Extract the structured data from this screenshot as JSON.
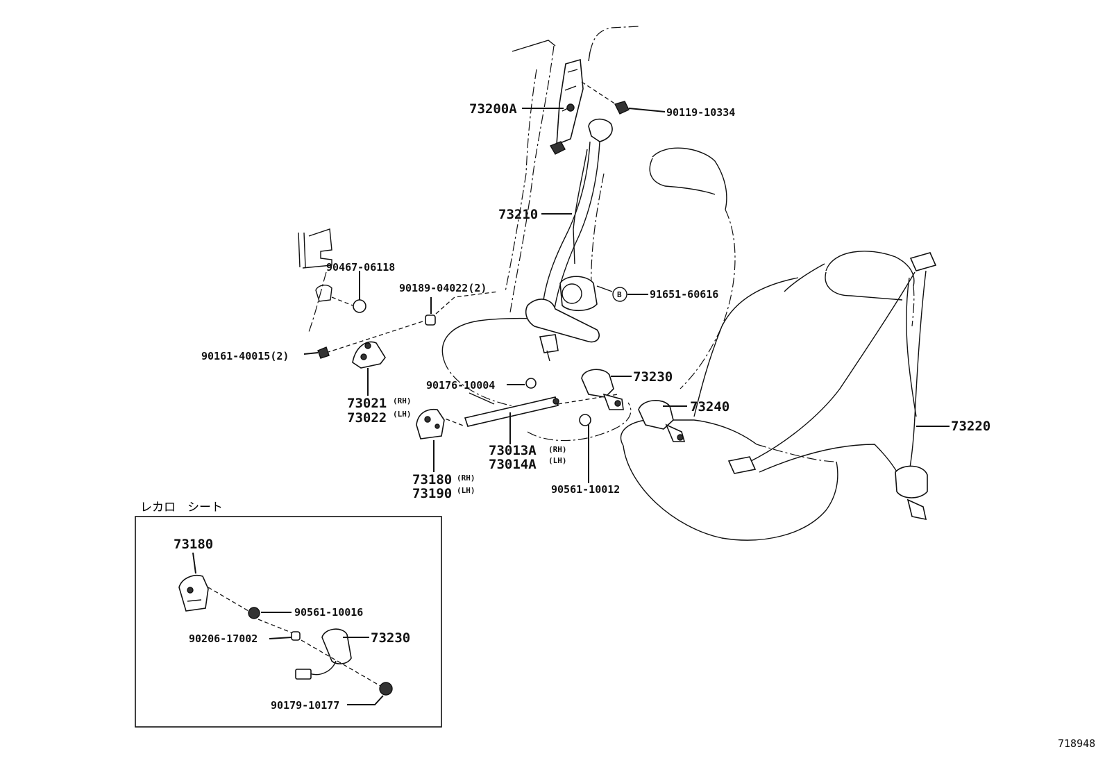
{
  "labels": {
    "p73200a": "73200A",
    "p90119_10334": "90119-10334",
    "p73210": "73210",
    "p90467_06118": "90467-06118",
    "p90189_04022": "90189-04022(2)",
    "b_mark": "B",
    "p91651_60616": "91651-60616",
    "p90161_40015": "90161-40015(2)",
    "p90176_10004": "90176-10004",
    "p73230": "73230",
    "p73240": "73240",
    "p73220": "73220",
    "p73021": "73021",
    "p73022": "73022",
    "p73013a": "73013A",
    "p73014a": "73014A",
    "p73180": "73180",
    "p73190": "73190",
    "p90561_10012": "90561-10012",
    "rh": "(RH)",
    "lh": "(LH)",
    "diagram_id": "718948"
  },
  "inset": {
    "title": "レカロ　シート",
    "p73180": "73180",
    "p90561_10016": "90561-10016",
    "p90206_17002": "90206-17002",
    "p73230": "73230",
    "p90179_10177": "90179-10177"
  }
}
